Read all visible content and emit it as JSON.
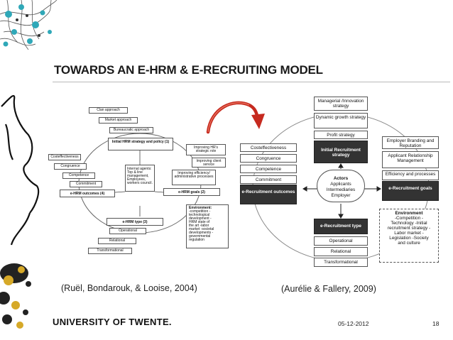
{
  "slide": {
    "title": "TOWARDS AN E-HRM & E-RECRUITING MODEL",
    "left_citation": "(Ruël, Bondarouk, & Looise, 2004)",
    "right_citation": "(Aurélie & Fallery, 2009)",
    "university": "UNIVERSITY OF TWENTE.",
    "date": "05-12-2012",
    "page_number": "18",
    "accent_color": "#2fa8b8"
  },
  "left_model": {
    "approaches": [
      "Clan approach",
      "Market approach",
      "Bureaucratic approach"
    ],
    "initial_strategy": "Initial HRM strategy and policy (1)",
    "goals_right": [
      "Improving HR's strategic role",
      "Improving client service",
      "Improving efficiency/ administrative processes"
    ],
    "goals_label": "e-HRM goals (2)",
    "outcomes_items": [
      "Costeffectiveness",
      "Congruence",
      "Competence",
      "Commitment"
    ],
    "outcomes_label": "e-HRM outcomes (4)",
    "center": "Internal agents: Top & line management, Employees, workers council.",
    "type_label": "e-HRM type (3)",
    "types": [
      "Operational",
      "Relational",
      "Transformational"
    ],
    "environment_title": "Environment:",
    "environment_items": "-competition -technological development -HRM state of the art -labor market -societal developments -governmental regulation"
  },
  "right_model": {
    "top_items": [
      "Managerial /Innovation strategy",
      "Dynamic growth strategy",
      "Profit strategy"
    ],
    "initial_strategy": "Initial Recruitment strategy",
    "outcomes_items": [
      "Costeffectiveness",
      "Congruence",
      "Competence",
      "Commitment"
    ],
    "outcomes_label": "e-Recruitment outcomes",
    "actors_title": "Actors",
    "actors_items": "Applicants Intermediaries Employer",
    "goals_items": [
      "Employer Branding and Reputation",
      "Applicant Relationship Management",
      "Efficiency and processes"
    ],
    "goals_label": "e-Recruitment goals",
    "type_label": "e-Recruitment type",
    "types": [
      "Operational",
      "Relational",
      "Transformational"
    ],
    "environment_title": "Environment",
    "environment_items": "-Competition -Technology -Initial recruitment strategy -Labor market -Legislation -Society and culture"
  }
}
